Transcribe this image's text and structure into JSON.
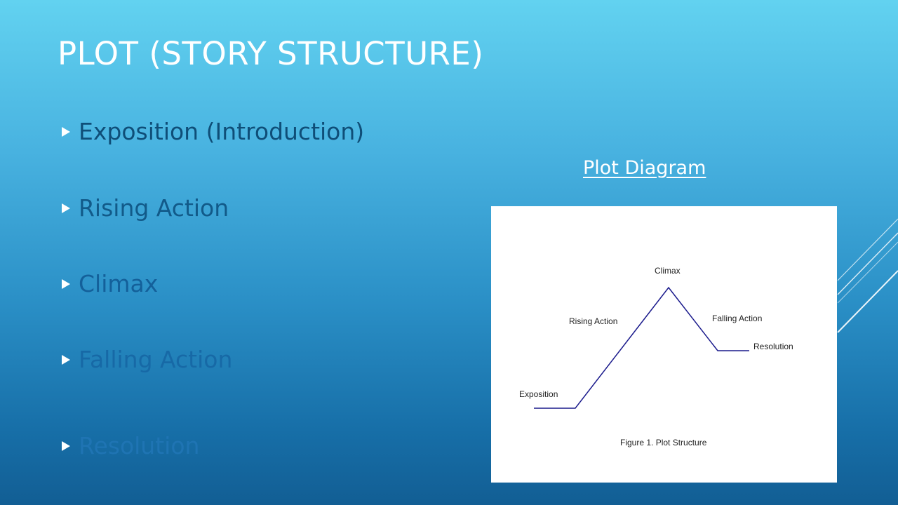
{
  "title": "PLOT (STORY STRUCTURE)",
  "bullets": [
    {
      "label": "Exposition (Introduction)",
      "color": "#0f4e78"
    },
    {
      "label": "Rising Action",
      "color": "#125a89"
    },
    {
      "label": "Climax",
      "color": "#14609a"
    },
    {
      "label": "Falling Action",
      "color": "#1769a6"
    },
    {
      "label": "Resolution",
      "color": "#1f74b3"
    }
  ],
  "diagram_link": "Plot Diagram",
  "diagram": {
    "labels": {
      "exposition": "Exposition",
      "rising_action": "Rising Action",
      "climax": "Climax",
      "falling_action": "Falling Action",
      "resolution": "Resolution"
    },
    "caption": "Figure 1.  Plot Structure",
    "line_color": "#1a1a8c"
  },
  "colors": {
    "title": "#ffffff",
    "bullet_marker": "#ffffff",
    "link": "#ffffff"
  }
}
